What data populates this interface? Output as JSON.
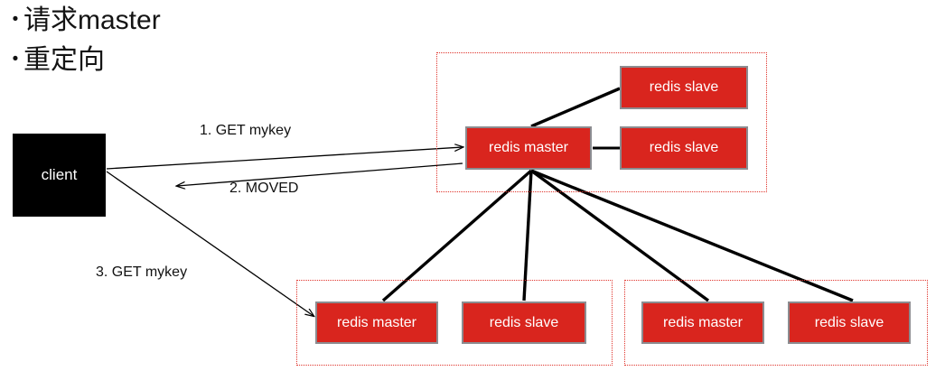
{
  "slide": {
    "bullets": [
      {
        "marker": "•",
        "text": "请求master"
      },
      {
        "marker": "•",
        "text": "重定向"
      }
    ]
  },
  "client": {
    "label": "client"
  },
  "groups": {
    "top": {
      "name": "top-cluster-group",
      "nodes": [
        {
          "role": "master",
          "label": "redis master"
        },
        {
          "role": "slave",
          "label": "redis slave"
        },
        {
          "role": "slave",
          "label": "redis slave"
        }
      ]
    },
    "bottom_left": {
      "name": "bottom-left-cluster-group",
      "nodes": [
        {
          "role": "master",
          "label": "redis master"
        },
        {
          "role": "slave",
          "label": "redis slave"
        }
      ]
    },
    "bottom_right": {
      "name": "bottom-right-cluster-group",
      "nodes": [
        {
          "role": "master",
          "label": "redis master"
        },
        {
          "role": "slave",
          "label": "redis slave"
        }
      ]
    }
  },
  "flow_labels": [
    {
      "id": "step-1",
      "text": "1. GET mykey"
    },
    {
      "id": "step-2",
      "text": "2. MOVED"
    },
    {
      "id": "step-3",
      "text": "3. GET mykey"
    }
  ],
  "colors": {
    "node_fill": "#d9251e",
    "node_border": "#8c8c90",
    "group_border": "#e0342c",
    "client_fill": "#000000",
    "wire": "#000000",
    "text_on_node": "#ffffff",
    "background": "#ffffff"
  }
}
